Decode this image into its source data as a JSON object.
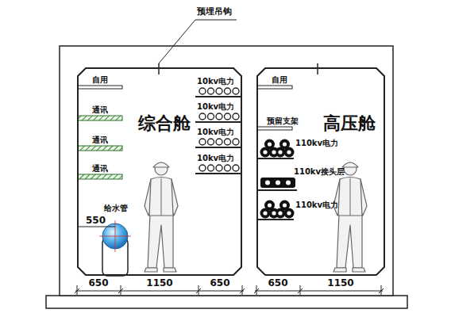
{
  "diagram": {
    "nodes": [
      {
        "text": [
          "综合舱"
        ]
      },
      {
        "text": [
          "高压舱"
        ]
      }
    ],
    "labels": [
      "预埋吊钩",
      "自用",
      "通讯",
      "通讯",
      "通讯",
      "10kv电力",
      "10kv电力",
      "10kv电力",
      "10kv电力",
      "给水管",
      "550",
      "650",
      "1150",
      "650",
      "650",
      "1150",
      "自用",
      "预留支架",
      "110kv电力",
      "110kv接头层",
      "110kv电力"
    ]
  }
}
